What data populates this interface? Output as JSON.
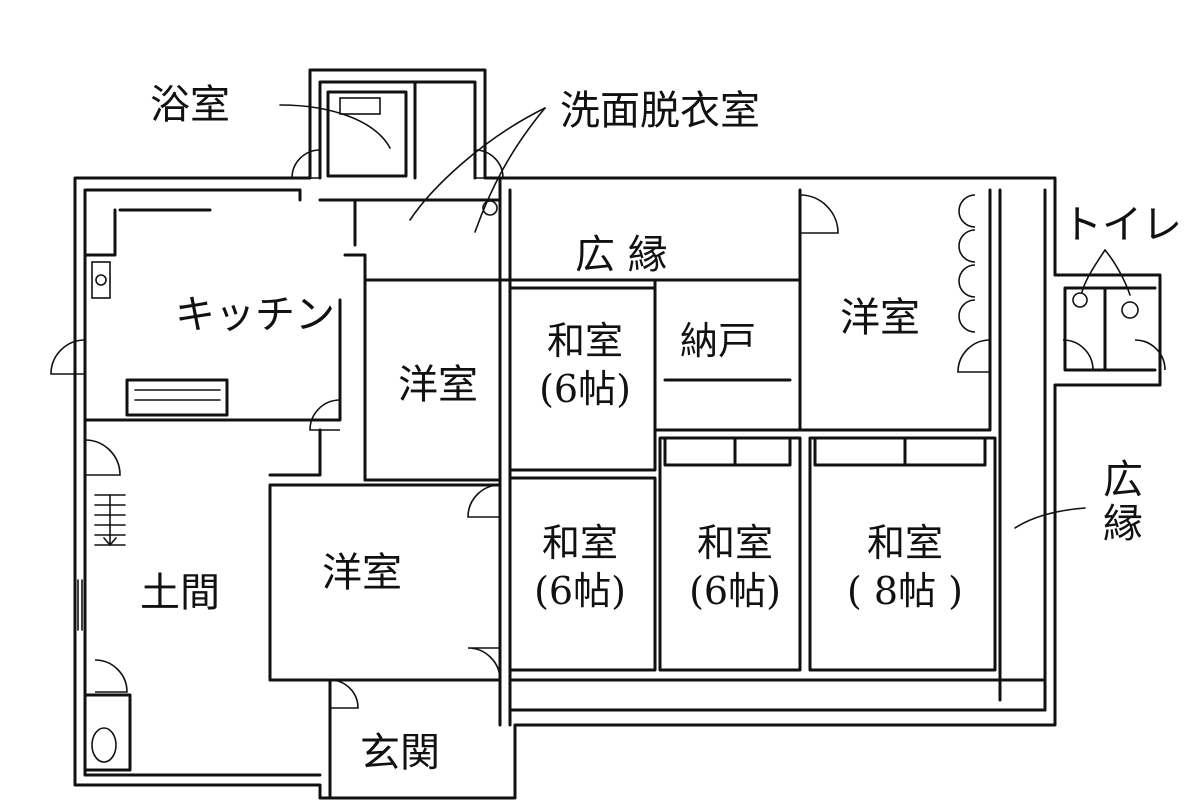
{
  "labels": {
    "bath": "浴室",
    "washroom": "洗面脱衣室",
    "veranda_top": "広 縁",
    "veranda_side": "広縁",
    "toilet": "トイレ",
    "kitchen": "キッチン",
    "youshitsu_1": "洋室",
    "washitsu_1": "和室",
    "washitsu_1_size": "(6帖)",
    "nando": "納戸",
    "youshitsu_2": "洋室",
    "doma": "土間",
    "youshitsu_3": "洋室",
    "washitsu_2": "和室",
    "washitsu_2_size": "(6帖)",
    "washitsu_3": "和室",
    "washitsu_3_size": "(6帖)",
    "washitsu_4": "和室",
    "washitsu_4_size": "( 8帖 )",
    "entrance": "玄関"
  }
}
